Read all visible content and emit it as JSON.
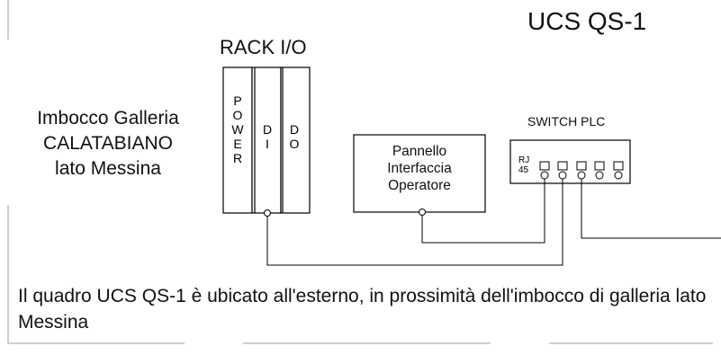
{
  "title": "UCS QS-1",
  "rack": {
    "title": "RACK I/O",
    "modules": [
      {
        "id": "power",
        "letters": [
          "P",
          "O",
          "W",
          "E",
          "R"
        ]
      },
      {
        "id": "di",
        "letters": [
          "D",
          "I"
        ]
      },
      {
        "id": "do",
        "letters": [
          "D",
          "O"
        ]
      }
    ]
  },
  "location": {
    "line1": "Imbocco Galleria",
    "line2": "CALATABIANO",
    "line3": "lato Messina"
  },
  "hmi": {
    "line1": "Pannello",
    "line2": "Interfaccia",
    "line3": "Operatore"
  },
  "switch": {
    "title": "SWITCH PLC",
    "port_label_line1": "RJ",
    "port_label_line2": "45",
    "port_count": 5
  },
  "note": "Il quadro UCS QS-1 è ubicato all'esterno, in prossimità dell'imbocco di galleria lato Messina",
  "colors": {
    "line": "#000000",
    "frame": "#bdbdbd"
  }
}
